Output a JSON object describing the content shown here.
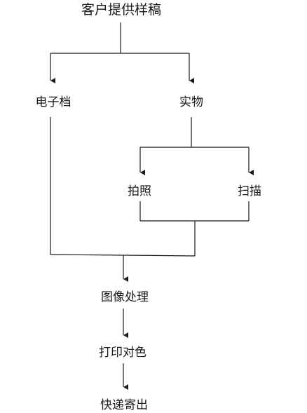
{
  "diagram": {
    "nodes": {
      "customer_sample": "客户提供样稿",
      "electronic_file": "电子档",
      "physical_item": "实物",
      "photograph": "拍照",
      "scan": "扫描",
      "image_processing": "图像处理",
      "print_color": "打印对色",
      "express_delivery": "快递寄出"
    },
    "line_color": "#1a1a1a"
  }
}
